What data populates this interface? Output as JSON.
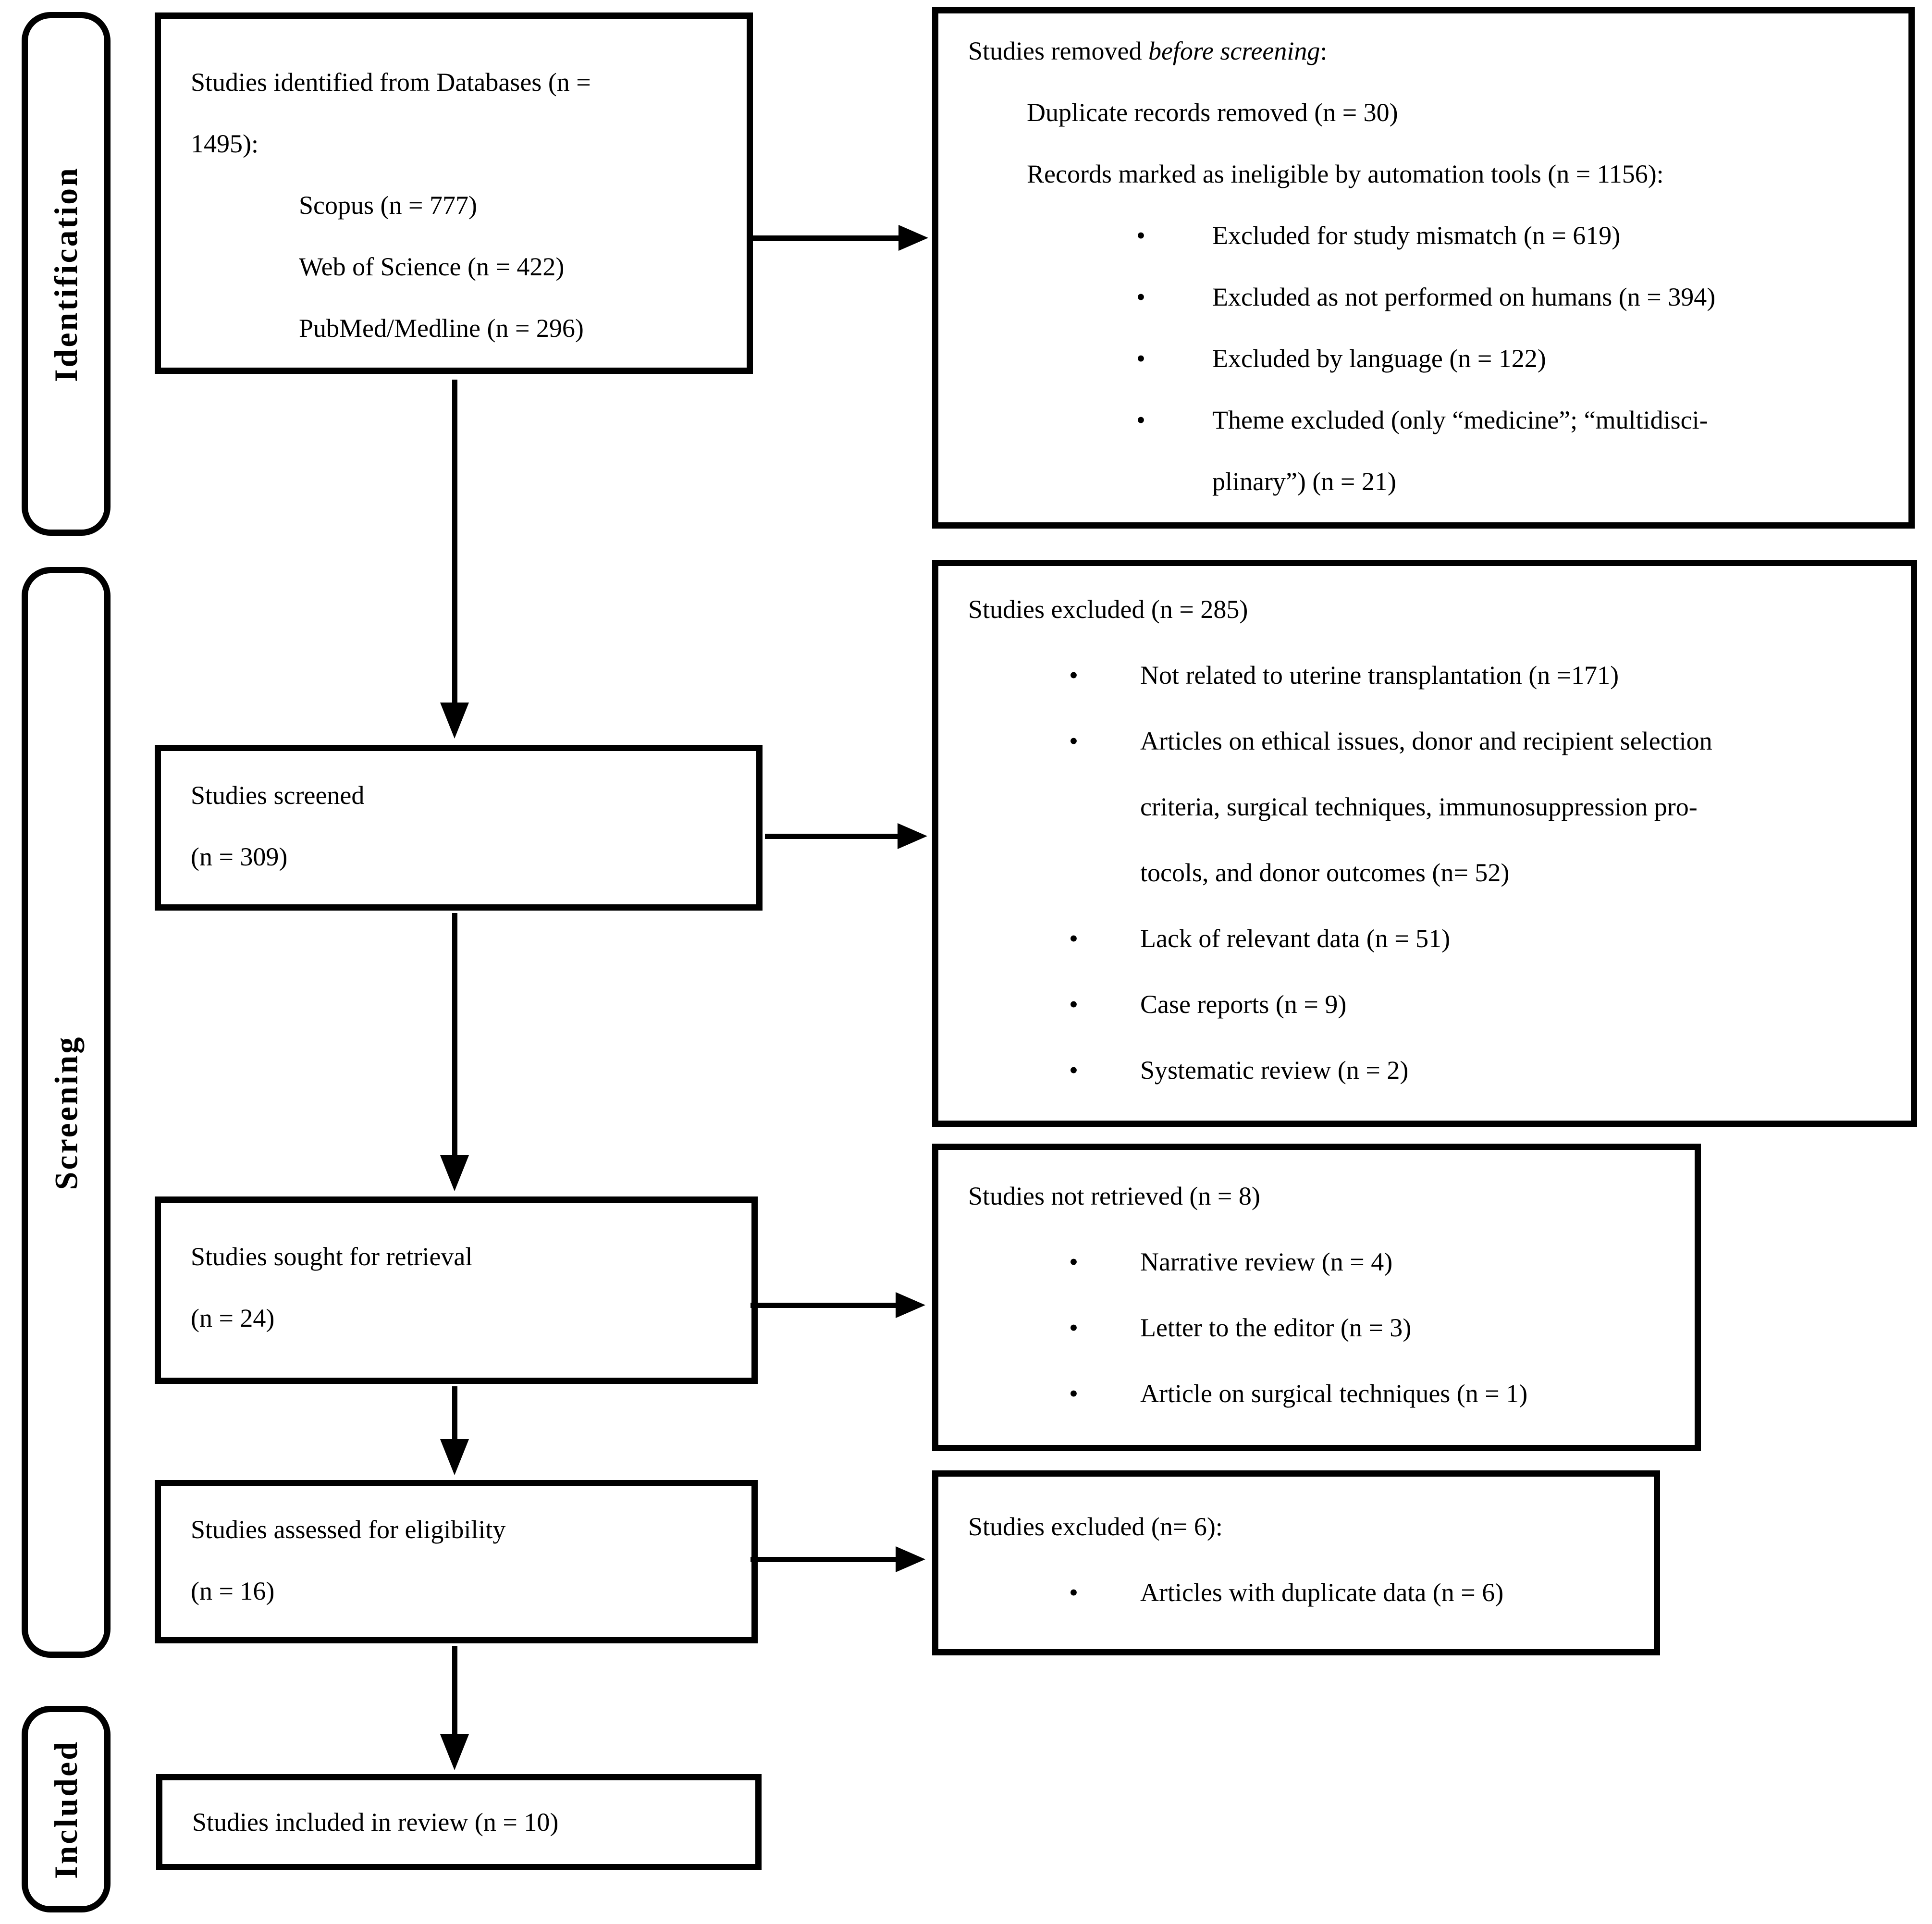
{
  "glyphs": {
    "bullet": "•"
  },
  "stages": {
    "identification": "Identification",
    "screening": "Screening",
    "included": "Included"
  },
  "boxes": {
    "identified": {
      "line1": "Studies identified from Databases (n =",
      "line2": "1495):",
      "sources": [
        "Scopus (n = 777)",
        "Web of Science (n = 422)",
        "PubMed/Medline (n = 296)"
      ]
    },
    "removed": {
      "title": {
        "prefix": "Studies removed ",
        "italic": "before screening",
        "suffix": ":"
      },
      "duplicate": "Duplicate records removed (n = 30)",
      "automation": "Records marked as ineligible by automation tools (n = 1156):",
      "reasons": [
        "Excluded for study mismatch (n = 619)",
        "Excluded as not performed on humans (n = 394)",
        "Excluded by language (n = 122)",
        "Theme excluded (only “medicine”; “multidisci-"
      ],
      "reason4_cont": "plinary”) (n = 21)"
    },
    "screened": {
      "line1": "Studies screened",
      "line2": "(n = 309)"
    },
    "excluded_screening": {
      "title": "Studies excluded (n = 285)",
      "not_related": "Not related to uterine transplantation (n =171)",
      "ethics_l1": "Articles on ethical issues, donor and recipient selection",
      "ethics_l2": "criteria, surgical techniques, immunosuppression pro-",
      "ethics_l3": "tocols, and donor outcomes (n= 52)",
      "lack": "Lack of relevant data (n = 51)",
      "case_reports": "Case reports (n = 9)",
      "systematic": "Systematic review (n = 2)"
    },
    "sought": {
      "line1": "Studies sought for retrieval",
      "line2": "(n = 24)"
    },
    "not_retrieved": {
      "title": "Studies not retrieved (n = 8)",
      "reasons": [
        "Narrative review (n = 4)",
        "Letter to the editor (n = 3)",
        "Article on surgical techniques (n = 1)"
      ]
    },
    "assessed": {
      "line1": "Studies assessed for eligibility",
      "line2": "(n = 16)"
    },
    "excluded_eligibility": {
      "title": "Studies excluded (n= 6):",
      "duplicate_data": "Articles with duplicate data (n = 6)"
    },
    "included": {
      "line1": "Studies included in review (n = 10)"
    }
  },
  "colors": {
    "ink": "#000000",
    "background": "#ffffff"
  }
}
